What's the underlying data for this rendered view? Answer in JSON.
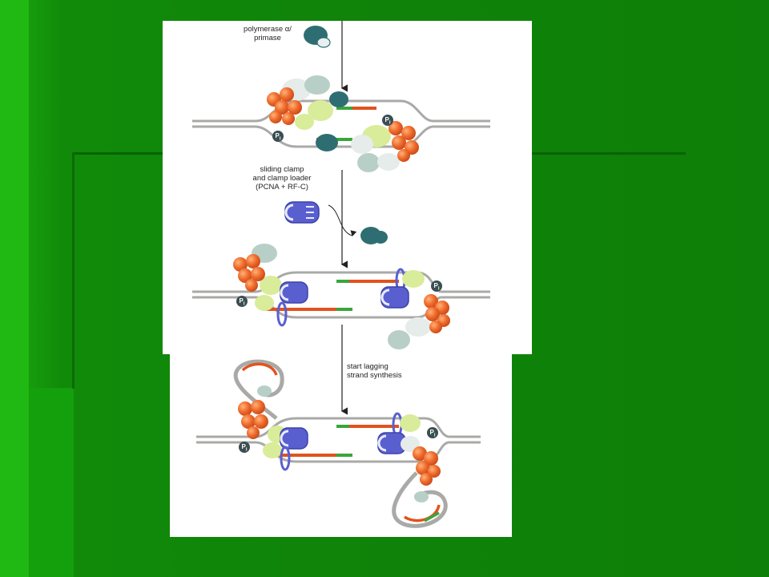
{
  "colors": {
    "background": "#0f8409",
    "dna": "#a9aaa7",
    "helicase": "#ee6a2a",
    "rna_primer": "#e2521d",
    "dna_new": "#3aa63a",
    "polymerase": "#2e6e73",
    "clamp": "#5a5fd0",
    "ssb": "#d9ec9a"
  },
  "labels": {
    "polymerase_line1": "polymerase α/",
    "polymerase_line2": "primase",
    "clamp_line1": "sliding clamp",
    "clamp_line2": "and clamp loader",
    "clamp_line3": "(PCNA + RF-C)",
    "lagging_line1": "start lagging",
    "lagging_line2": "strand synthesis",
    "pi_symbol": "P",
    "pi_subscript": "i"
  }
}
